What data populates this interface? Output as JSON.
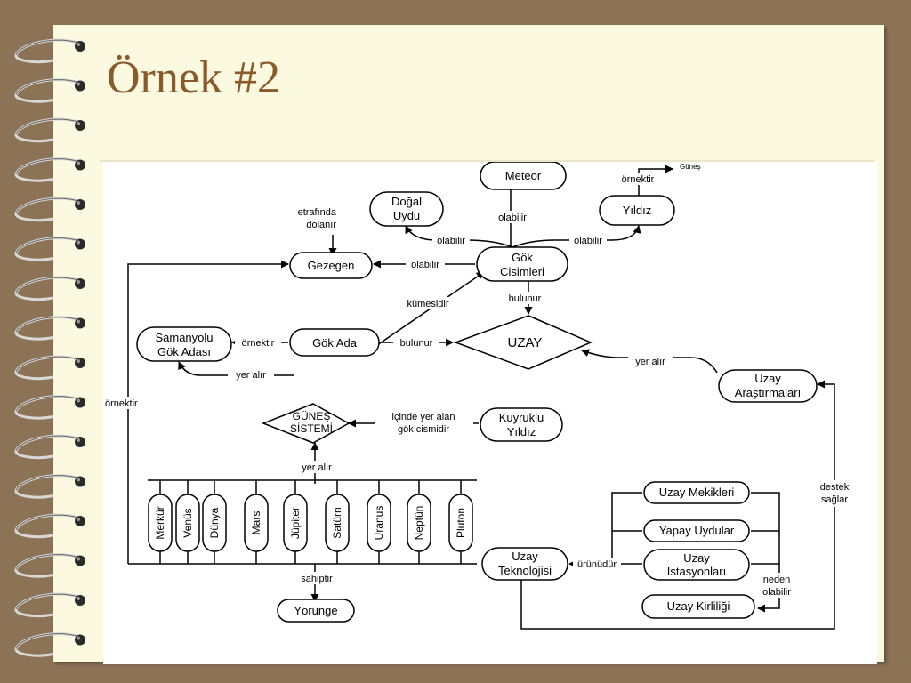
{
  "slide": {
    "title": "Örnek #2"
  },
  "nodes": {
    "meteor": "Meteor",
    "yildiz": "Yıldız",
    "dogal_uydu": [
      "Doğal",
      "Uydu"
    ],
    "gok_cisimleri": [
      "Gök",
      "Cisimleri"
    ],
    "gezegen": "Gezegen",
    "uzay": "UZAY",
    "samanyolu": [
      "Samanyolu",
      "Gök Adası"
    ],
    "gok_ada": "Gök Ada",
    "gunes_sistemi": [
      "GÜNEŞ",
      "SİSTEMİ"
    ],
    "kuyruklu_yildiz": [
      "Kuyruklu",
      "Yıldız"
    ],
    "uzay_arastirmalari": [
      "Uzay",
      "Araştırmaları"
    ],
    "planets": [
      "Merkür",
      "Venüs",
      "Dünya",
      "Mars",
      "Jüpiter",
      "Satürn",
      "Uranus",
      "Neptün",
      "Pluton"
    ],
    "yorunge": "Yörünge",
    "uzay_teknolojisi": [
      "Uzay",
      "Teknolojisi"
    ],
    "uzay_mekikleri": "Uzay Mekikleri",
    "yapay_uydular": "Yapay Uydular",
    "uzay_istasyonlari": [
      "Uzay",
      "İstasyonları"
    ],
    "uzay_kirliligi": "Uzay Kirliliği"
  },
  "links": {
    "ornektir_top": "örnektir",
    "gunes": "Güneş",
    "etrafinda": [
      "etrafında",
      "dolanır"
    ],
    "olabilir_meteor": "olabilir",
    "olabilir_uydu": "olabilir",
    "olabilir_yildiz": "olabilir",
    "olabilir_gezegen": "olabilir",
    "bulunur_uzay": "bulunur",
    "kumesidir": "kümesidir",
    "ornektir_mid": "örnektir",
    "bulunur_ada": "bulunur",
    "yer_alir_ara": "yer alır",
    "yer_alir_gs": "yer alır",
    "icinde": [
      "içinde yer alan",
      "gök cismidir"
    ],
    "ornektir_left": "örnektir",
    "yer_alir_planets": "yer alır",
    "destek": [
      "destek",
      "sağlar"
    ],
    "sahiptir": "sahiptir",
    "urunudur": "ürünüdür",
    "neden": [
      "neden",
      "olabilir"
    ]
  }
}
